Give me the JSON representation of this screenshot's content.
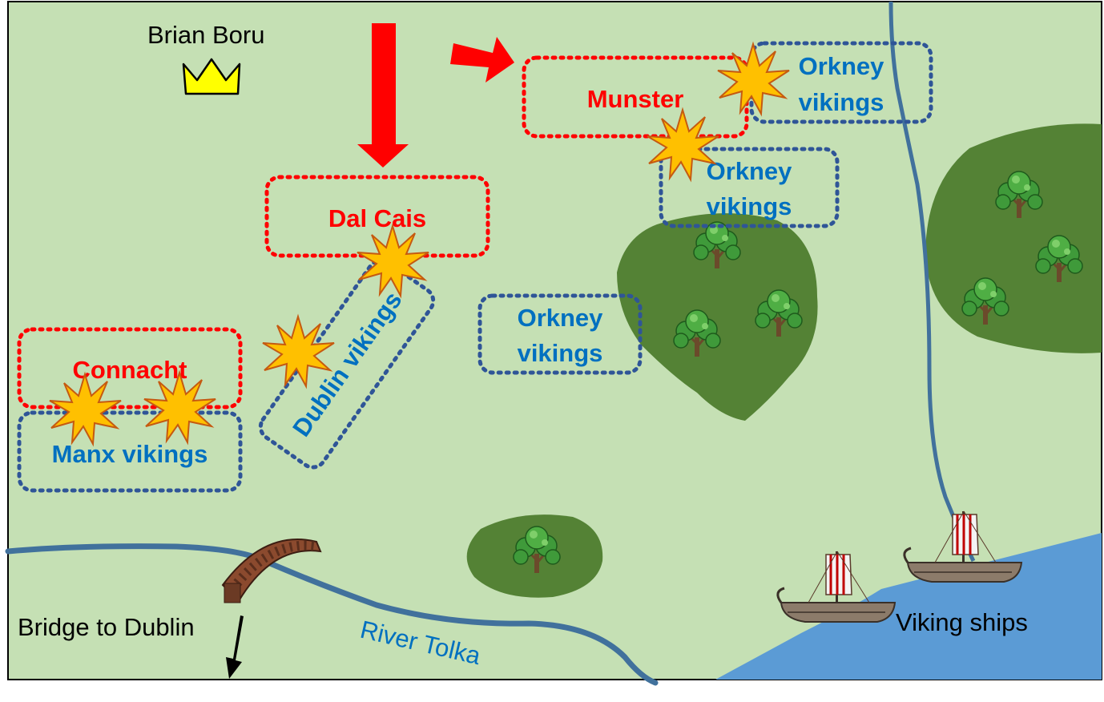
{
  "colors": {
    "land": "#c5e0b4",
    "forest": "#548235",
    "water": "#5b9bd5",
    "river": "#41719c",
    "irish": "#ff0000",
    "viking": "#0070c0",
    "viking_border": "#2f5597",
    "explosion": "#ffc000",
    "crown": "#ffff00"
  },
  "leader": {
    "name": "Brian Boru",
    "icon": "crown-icon"
  },
  "irish_forces": [
    {
      "id": "munster",
      "label": "Munster"
    },
    {
      "id": "dal-cais",
      "label": "Dal Cais"
    },
    {
      "id": "connacht",
      "label": "Connacht"
    }
  ],
  "viking_forces": [
    {
      "id": "orkney-1",
      "lines": [
        "Orkney",
        "vikings"
      ]
    },
    {
      "id": "orkney-2",
      "lines": [
        "Orkney",
        "vikings"
      ]
    },
    {
      "id": "orkney-3",
      "lines": [
        "Orkney",
        "vikings"
      ]
    },
    {
      "id": "dublin",
      "lines": [
        "Dublin vikings"
      ]
    },
    {
      "id": "manx",
      "lines": [
        "Manx vikings"
      ]
    }
  ],
  "places": {
    "river": "River Tolka",
    "bridge": "Bridge to Dublin",
    "ships": "Viking ships"
  },
  "icons": [
    "crown-icon",
    "arrow-down-icon",
    "arrow-right-icon",
    "explosion-icon",
    "tree-icon",
    "bridge-icon",
    "viking-ship-icon"
  ]
}
